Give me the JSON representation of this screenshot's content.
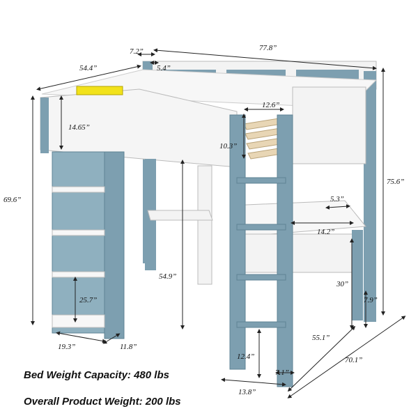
{
  "dimensions": {
    "top_depth": "7.2”",
    "top_length": "77.8”",
    "side_width": "54.4”",
    "guard_gap": "5.4”",
    "slat_width": "12.6”",
    "guard_height": "14.65”",
    "slat_height": "10.3”",
    "total_height": "69.6”",
    "overall_height": "75.6”",
    "desk_offset": "5.3”",
    "desk_depth": "14.2”",
    "underbed_clearance": "54.9”",
    "desk_height": "30”",
    "leg_width": "7.9”",
    "shelf_height": "25.7”",
    "desk_length": "55.1”",
    "shelf_width": "19.3”",
    "shelf_depth": "11.8”",
    "step_spacing": "12.4”",
    "ladder_rail": "7.1”",
    "overall_depth": "70.1”",
    "ladder_width": "13.8”"
  },
  "specs": {
    "bed_weight_capacity": "Bed Weight Capacity: 480 lbs",
    "product_weight": "Overall Product Weight: 200 lbs"
  },
  "colors": {
    "frame_white": "#f3f3f3",
    "panel_blue": "#7d9fb0",
    "panel_blue_dark": "#5f8394",
    "slat_wood": "#e8d6b5",
    "warning_label": "#f2e21a",
    "dimension_line": "#222222"
  }
}
